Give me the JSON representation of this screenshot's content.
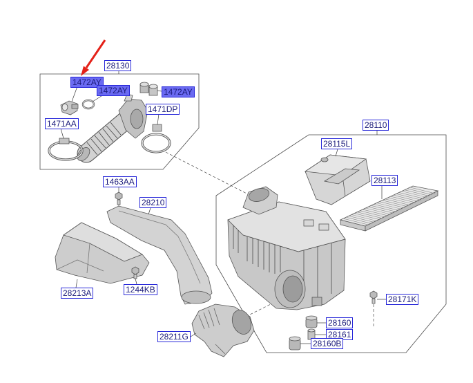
{
  "diagram": {
    "callouts": [
      {
        "text": "28130",
        "highlighted": false
      },
      {
        "text": "1472AY",
        "highlighted": true
      },
      {
        "text": "1472AY",
        "highlighted": true
      },
      {
        "text": "1472AY",
        "highlighted": true
      },
      {
        "text": "1471DP",
        "highlighted": false
      },
      {
        "text": "1471AA",
        "highlighted": false
      },
      {
        "text": "28110",
        "highlighted": false
      },
      {
        "text": "28115L",
        "highlighted": false
      },
      {
        "text": "28113",
        "highlighted": false
      },
      {
        "text": "1463AA",
        "highlighted": false
      },
      {
        "text": "28210",
        "highlighted": false
      },
      {
        "text": "1244KB",
        "highlighted": false
      },
      {
        "text": "28213A",
        "highlighted": false
      },
      {
        "text": "28171K",
        "highlighted": false
      },
      {
        "text": "28160",
        "highlighted": false
      },
      {
        "text": "28161",
        "highlighted": false
      },
      {
        "text": "28211G",
        "highlighted": false
      },
      {
        "text": "28160B",
        "highlighted": false
      }
    ]
  },
  "colors": {
    "label_border": "#2727d9",
    "label_text": "#1a1a7a",
    "highlight_fill": "#6a6af2",
    "arrow": "#e42118"
  }
}
